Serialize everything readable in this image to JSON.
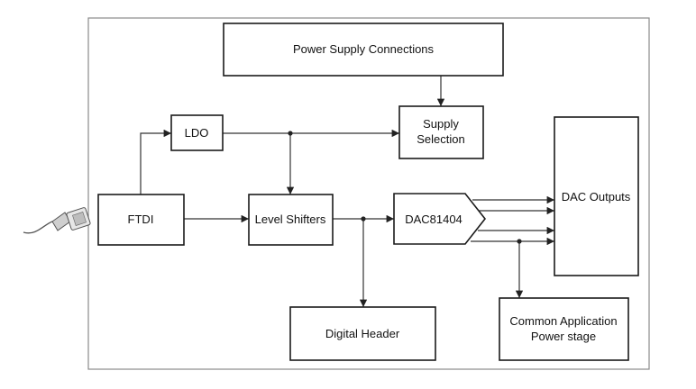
{
  "blocks": {
    "power_supply": "Power Supply Connections",
    "ldo": "LDO",
    "supply_selection_line1": "Supply",
    "supply_selection_line2": "Selection",
    "ftdi": "FTDI",
    "level_shifters": "Level Shifters",
    "dac": "DAC81404",
    "dac_outputs": "DAC Outputs",
    "digital_header": "Digital Header",
    "common_app_line1": "Common Application",
    "common_app_line2": "Power stage"
  },
  "icons": {
    "usb": "usb-cable-icon"
  }
}
